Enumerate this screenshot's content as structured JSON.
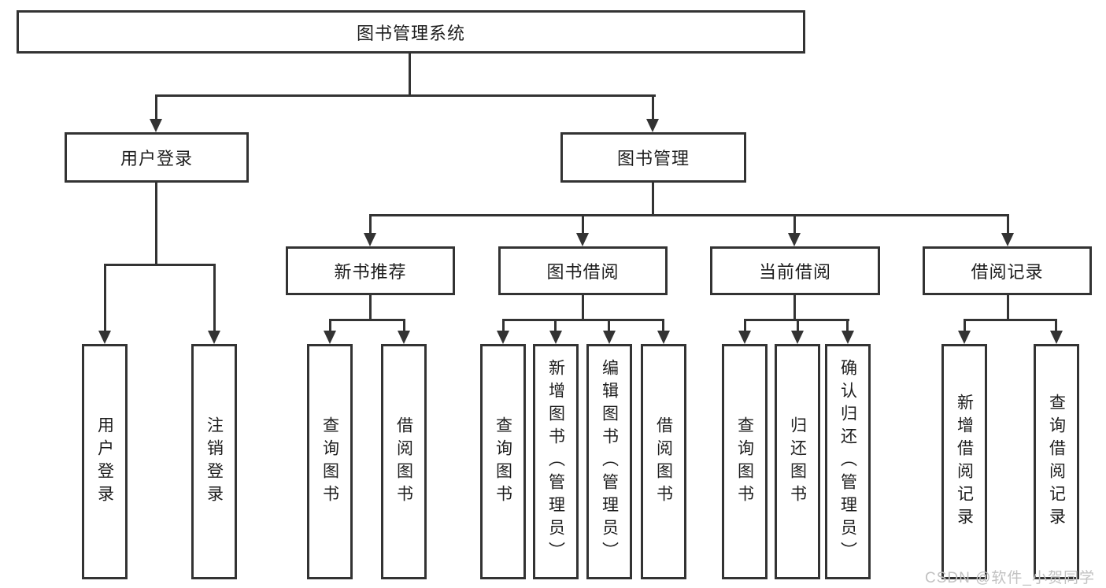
{
  "diagram": {
    "root": {
      "label": "图书管理系统"
    },
    "branches": [
      {
        "label": "用户登录",
        "children": [
          {
            "label": "用户登录"
          },
          {
            "label": "注销登录"
          }
        ]
      },
      {
        "label": "图书管理",
        "children": [
          {
            "label": "新书推荐",
            "children": [
              {
                "label": "查询图书"
              },
              {
                "label": "借阅图书"
              }
            ]
          },
          {
            "label": "图书借阅",
            "children": [
              {
                "label": "查询图书"
              },
              {
                "label": "新增图书（管理员）"
              },
              {
                "label": "编辑图书（管理员）"
              },
              {
                "label": "借阅图书"
              }
            ]
          },
          {
            "label": "当前借阅",
            "children": [
              {
                "label": "查询图书"
              },
              {
                "label": "归还图书"
              },
              {
                "label": "确认归还（管理员）"
              }
            ]
          },
          {
            "label": "借阅记录",
            "children": [
              {
                "label": "新增借阅记录"
              },
              {
                "label": "查询借阅记录"
              }
            ]
          }
        ]
      }
    ]
  },
  "watermark": {
    "text": "CSDN @软件_小贺同学"
  },
  "colors": {
    "line": "#333333",
    "text": "#1d1d1d",
    "background": "#ffffff",
    "watermark": "#c2c2c2"
  }
}
